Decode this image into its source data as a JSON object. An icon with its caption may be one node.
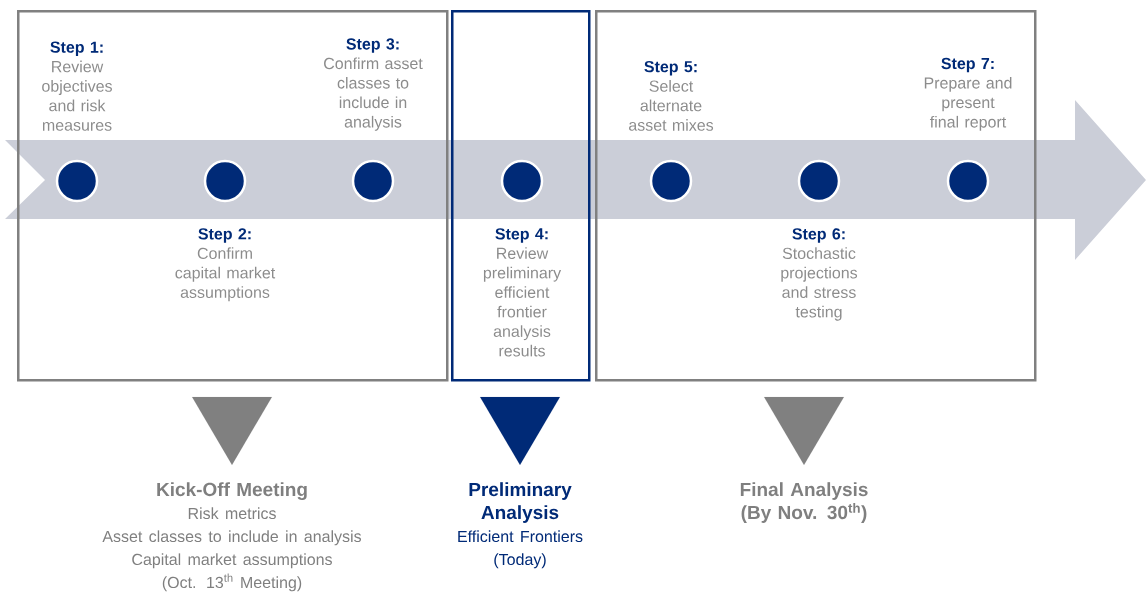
{
  "diagram": {
    "nodes": [
      {
        "text": [],
        "shape": "box"
      },
      {
        "text": [],
        "shape": "box"
      },
      {
        "text": [],
        "shape": "box"
      },
      {
        "text": [],
        "shape": "circle",
        "in": 0,
        "beside": [
          "Step 1:",
          "Review objectives and risk measures"
        ]
      },
      {
        "text": [],
        "shape": "circle",
        "in": 0,
        "beside": [
          "Step 2:",
          "Confirm capital market assumptions"
        ]
      },
      {
        "text": [],
        "shape": "circle",
        "in": 0,
        "beside": [
          "Step 3:",
          "Confirm asset classes to include in analysis"
        ]
      },
      {
        "text": [],
        "shape": "circle",
        "in": 1,
        "beside": [
          "Step 4:",
          "Review preliminary efficient frontier analysis results"
        ]
      },
      {
        "text": [],
        "shape": "circle",
        "in": 2,
        "beside": [
          "Step 5:",
          "Select alternate asset mixes"
        ]
      },
      {
        "text": [],
        "shape": "circle",
        "in": 2,
        "beside": [
          "Step 6:",
          "Stochastic projections and stress testing"
        ]
      },
      {
        "text": [],
        "shape": "circle",
        "in": 2,
        "beside": [
          "Step 7:",
          "Prepare and present final report"
        ]
      },
      {
        "text": [
          "Kick-Off Meeting",
          "Risk metrics",
          "Asset classes to include in analysis",
          "Capital market assumptions",
          "(Oct. 13$^{th}$ Meeting)"
        ]
      },
      {
        "text": [
          "Preliminary Analysis",
          "Efficient Frontiers",
          "(Today)"
        ]
      },
      {
        "text": [
          "Final Analysis",
          "(By Nov. 30$^{th}$)"
        ]
      }
    ],
    "edges": [
      {
        "from": 0,
        "to": 10,
        "arrow": "to"
      },
      {
        "from": 1,
        "to": 11,
        "arrow": "to",
        "color": "#002a77"
      },
      {
        "from": 2,
        "to": 12,
        "arrow": "to"
      }
    ]
  }
}
